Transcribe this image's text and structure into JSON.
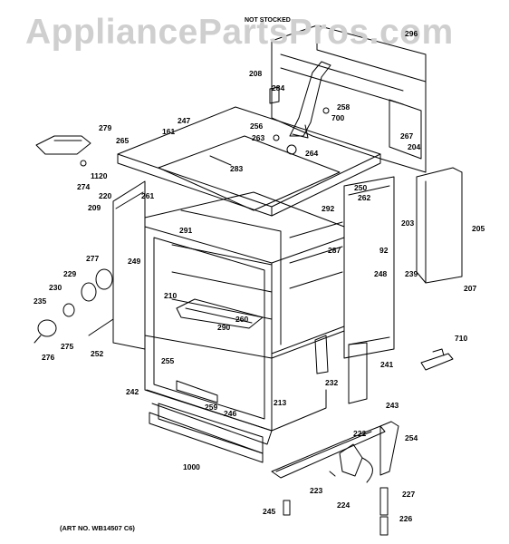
{
  "watermark": "AppliancePartsPros.com",
  "art_number": "(ART NO. WB14507 C6)",
  "not_stocked_note": "NOT STOCKED",
  "part_labels": [
    "296",
    "208",
    "284",
    "258",
    "700",
    "279",
    "247",
    "161",
    "256",
    "263",
    "264",
    "267",
    "204",
    "265",
    "283",
    "1120",
    "274",
    "220",
    "261",
    "250",
    "262",
    "209",
    "292",
    "203",
    "205",
    "291",
    "287",
    "92",
    "277",
    "249",
    "248",
    "239",
    "229",
    "207",
    "230",
    "235",
    "210",
    "260",
    "290",
    "275",
    "252",
    "276",
    "710",
    "255",
    "232",
    "241",
    "242",
    "213",
    "259",
    "246",
    "243",
    "222",
    "254",
    "1000",
    "223",
    "224",
    "227",
    "245",
    "226"
  ]
}
